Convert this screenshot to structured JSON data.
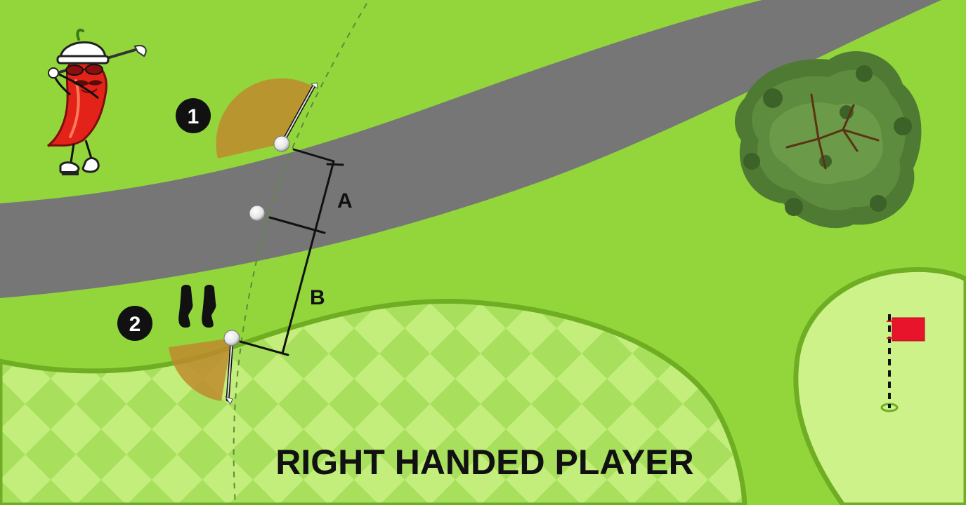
{
  "title": "RIGHT HANDED PLAYER",
  "markers": {
    "drop_1": "1",
    "drop_2": "2"
  },
  "distances": {
    "a": "A",
    "b": "B"
  },
  "icons": {
    "mascot": "chili-pepper-golfer-icon",
    "footprints": "footprints-icon",
    "flag": "flag-pin-icon",
    "tree": "tree-icon",
    "club": "golf-club-icon",
    "ball": "golf-ball-icon"
  },
  "colors": {
    "fairway": "#92d63c",
    "rough_light": "#c3ee7c",
    "rough_dark": "#a8e05e",
    "path": "#767676",
    "green": "#cdf28a",
    "outline": "#6fae23",
    "drop_zone": "#c08a2e",
    "flag": "#e8142c",
    "tree": "#4f7a34"
  }
}
